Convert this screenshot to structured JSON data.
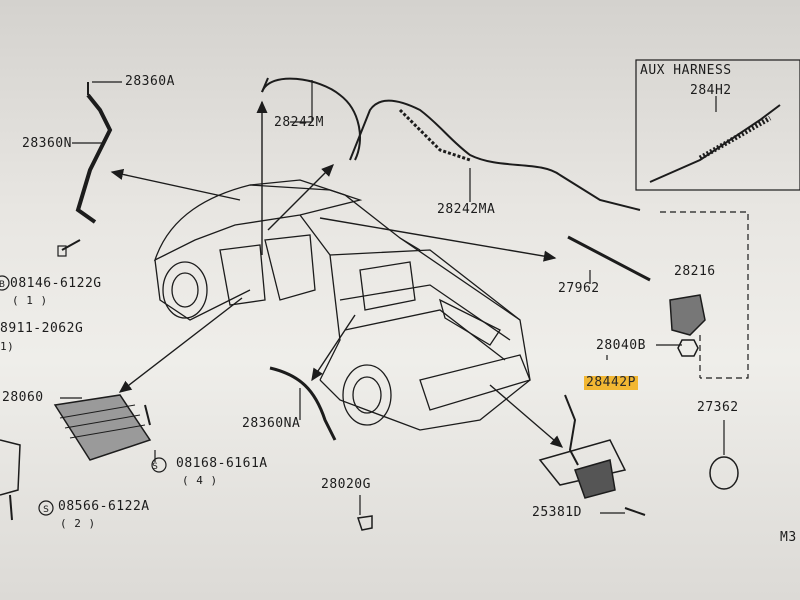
{
  "aux_box": {
    "title": "AUX HARNESS",
    "part": "284H2"
  },
  "labels": {
    "p28360A": "28360A",
    "p28360N": "28360N",
    "p28242M": "28242M",
    "p28242MA": "28242MA",
    "p27962": "27962",
    "p28216": "28216",
    "p28040B": "28040B",
    "p28442P": "28442P",
    "p27362": "27362",
    "p28060": "28060",
    "p08146": "08146-6122G",
    "p08146_qty": "( 1 )",
    "p08911": "8911-2062G",
    "p08911_qty": "1)",
    "p08168": "08168-6161A",
    "p08168_qty": "( 4 )",
    "p08566": "08566-6122A",
    "p08566_qty": "( 2 )",
    "p28360NA": "28360NA",
    "p28020G": "28020G",
    "p25381D": "25381D",
    "fig_code": "M3"
  },
  "colors": {
    "highlight": "#f2b733",
    "ink": "#1c1c1c",
    "paper": "#efeeea"
  }
}
